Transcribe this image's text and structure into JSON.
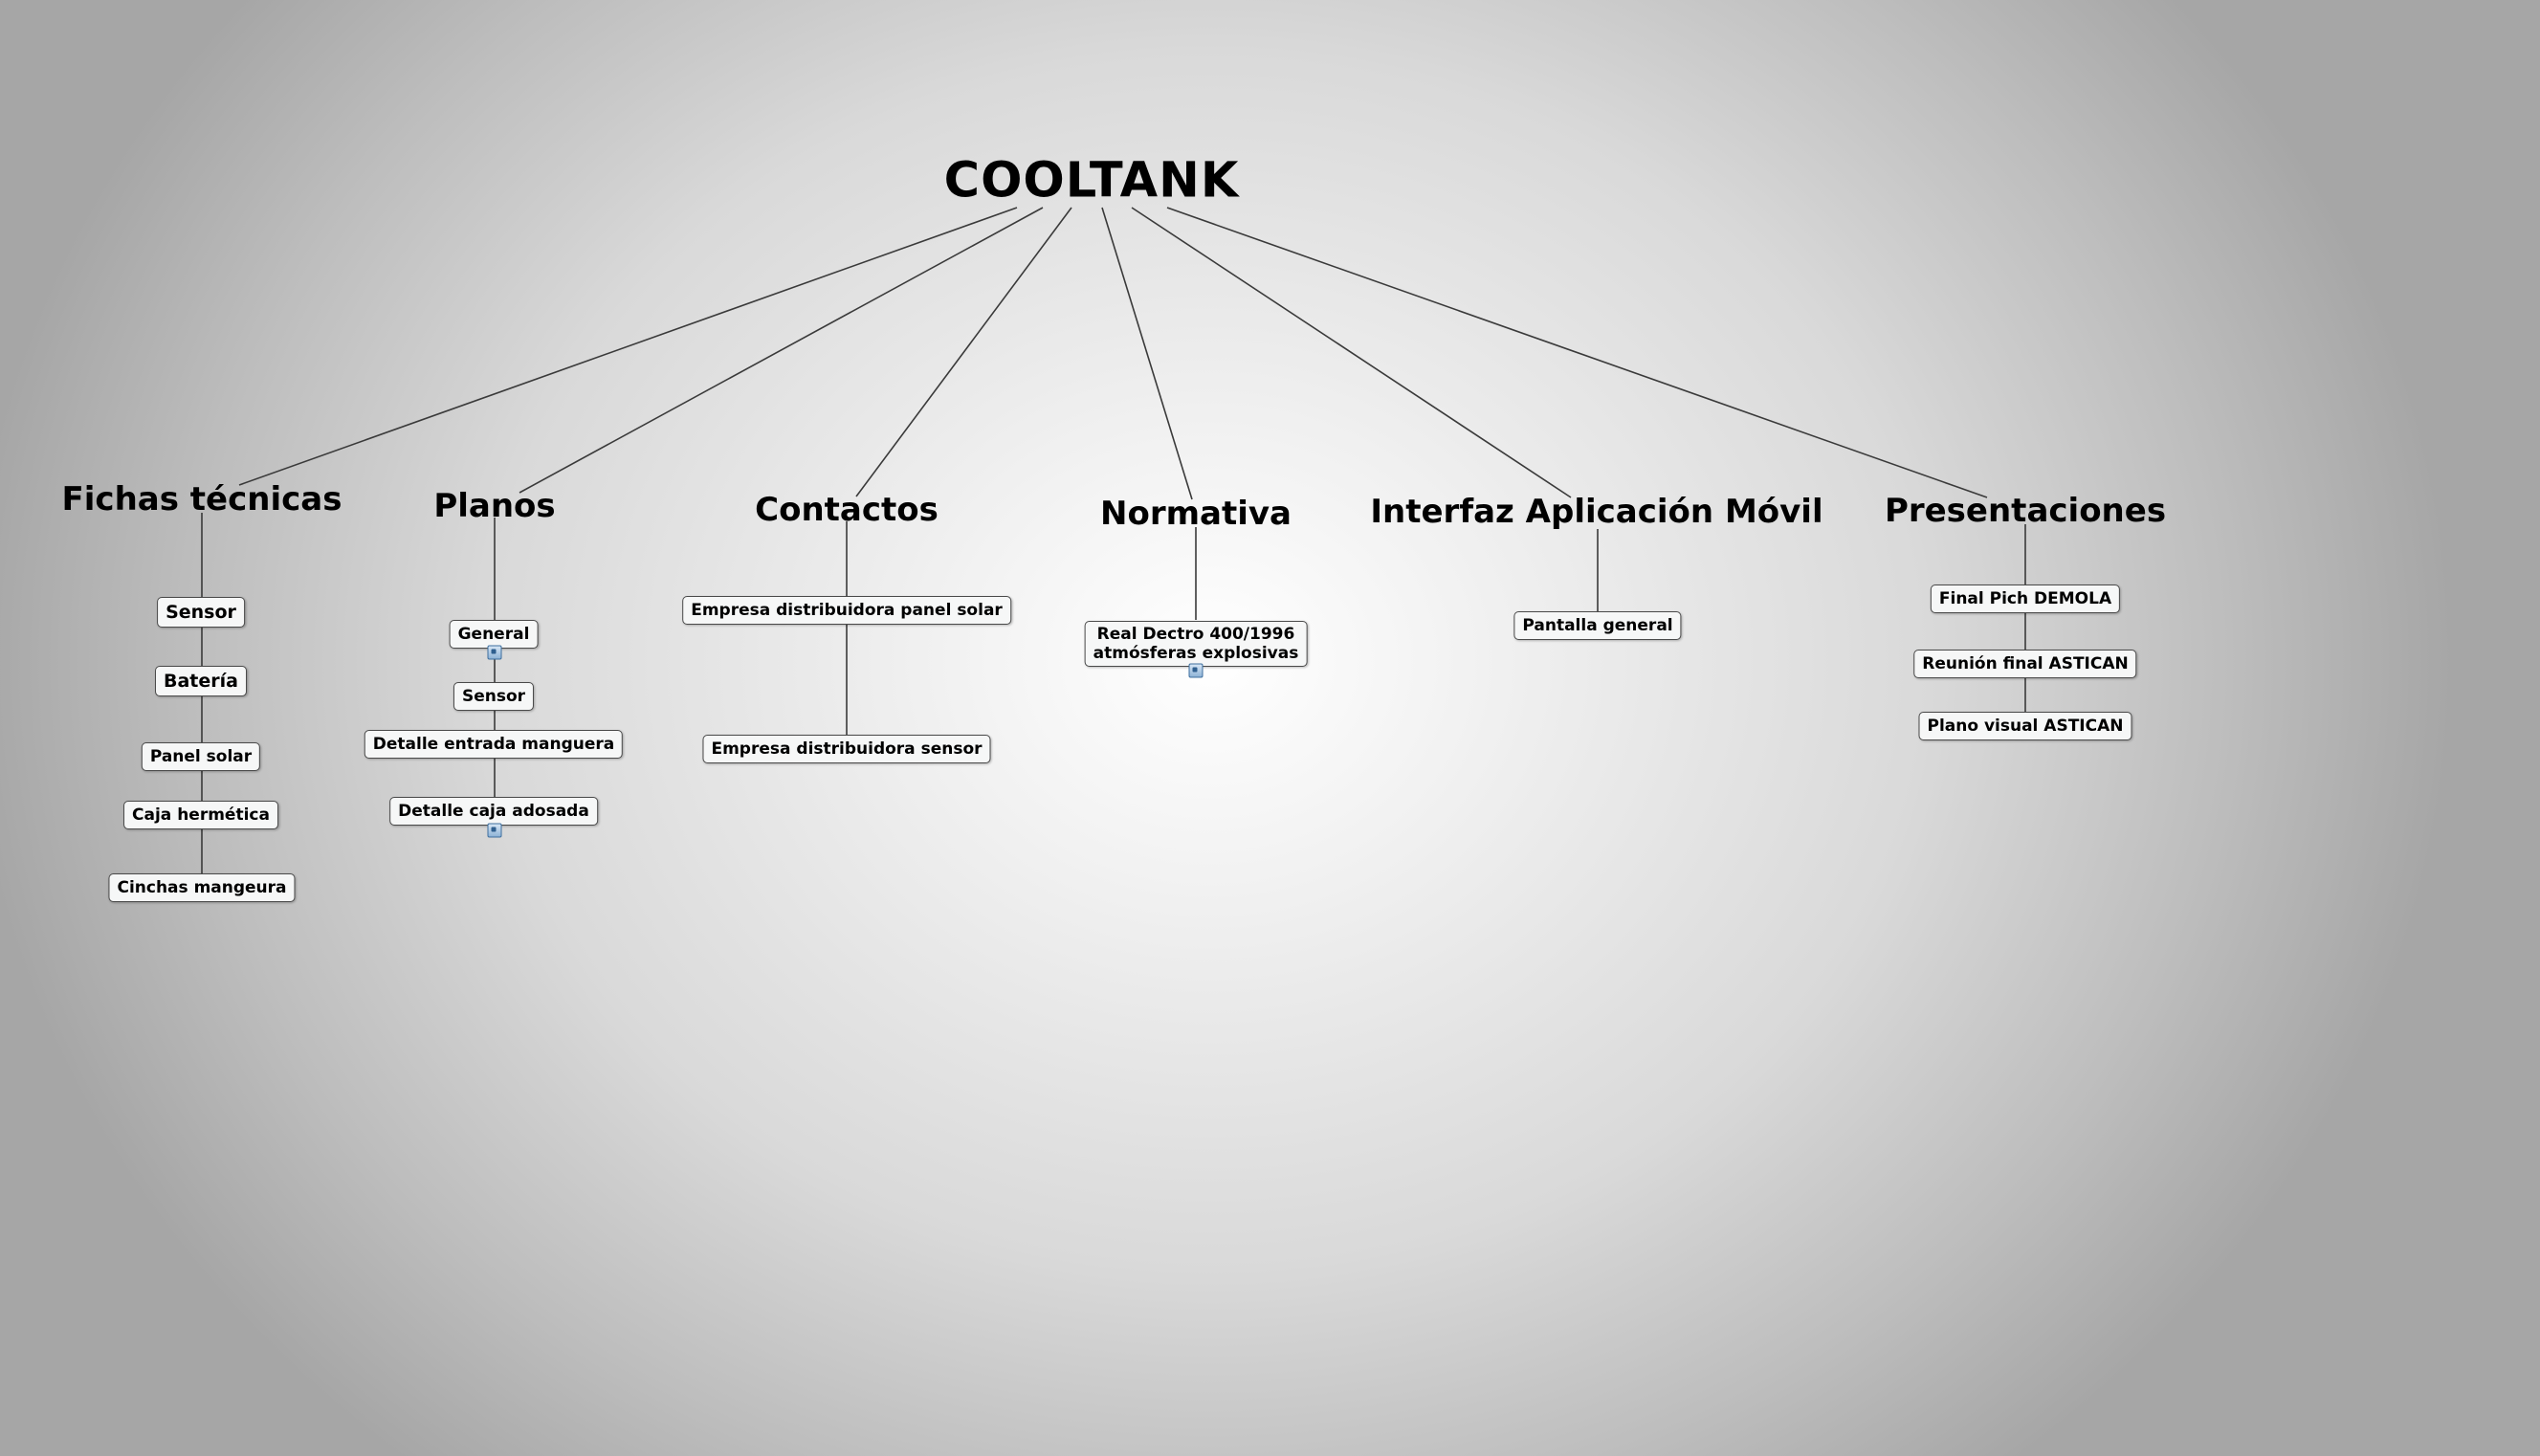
{
  "root": "COOLTANK",
  "topics": [
    {
      "title": "Fichas técnicas",
      "items": [
        "Sensor",
        "Batería",
        "Panel solar",
        "Caja hermética",
        "Cinchas mangeura"
      ]
    },
    {
      "title": "Planos",
      "items": [
        "General",
        "Sensor",
        "Detalle entrada manguera",
        "Detalle caja adosada"
      ]
    },
    {
      "title": "Contactos",
      "items": [
        "Empresa distribuidora panel solar",
        "Empresa distribuidora sensor"
      ]
    },
    {
      "title": "Normativa",
      "items": [
        {
          "line1": "Real Dectro 400/1996",
          "line2": "atmósferas explosivas"
        }
      ]
    },
    {
      "title": "Interfaz Aplicación Móvil",
      "items": [
        "Pantalla general"
      ]
    },
    {
      "title": "Presentaciones",
      "items": [
        "Final Pich DEMOLA",
        "Reunión final ASTICAN",
        "Plano visual ASTICAN"
      ]
    }
  ],
  "attachment_icons": [
    "attachment-icon",
    "attachment-icon",
    "attachment-icon"
  ]
}
